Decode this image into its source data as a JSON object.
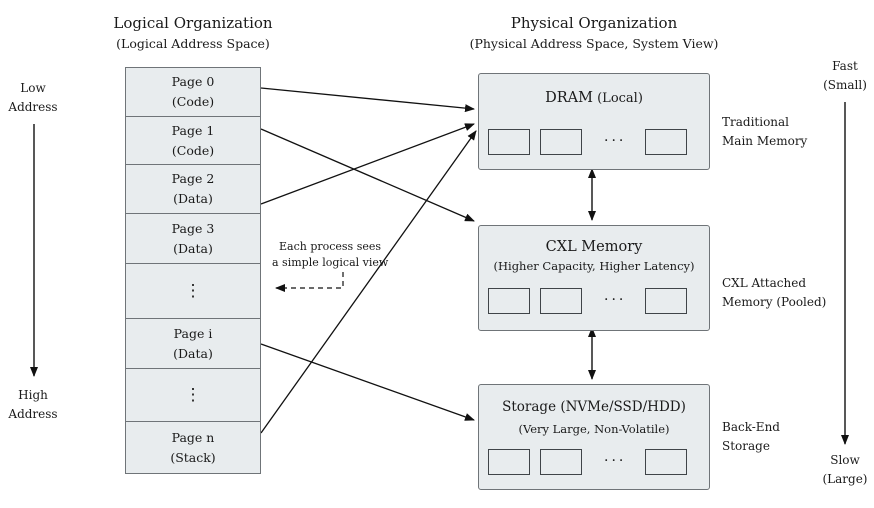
{
  "logical": {
    "title": "Logical Organization",
    "subtitle": "(Logical Address Space)",
    "pages": [
      {
        "line1": "Page 0",
        "line2": "(Code)"
      },
      {
        "line1": "Page 1",
        "line2": "(Code)"
      },
      {
        "line1": "Page 2",
        "line2": "(Data)"
      },
      {
        "line1": "Page 3",
        "line2": "(Data)"
      },
      {
        "line1": "⋮",
        "line2": ""
      },
      {
        "line1": "Page i",
        "line2": "(Data)"
      },
      {
        "line1": "⋮",
        "line2": ""
      },
      {
        "line1": "Page n",
        "line2": "(Stack)"
      }
    ]
  },
  "physical": {
    "title": "Physical Organization",
    "subtitle": "(Physical Address Space, System View)",
    "tiers": [
      {
        "name": "DRAM",
        "qualifier": "(Local)",
        "detail": "",
        "side_label_1": "Traditional",
        "side_label_2": "Main Memory"
      },
      {
        "name": "CXL Memory",
        "qualifier": "",
        "detail": "(Higher Capacity, Higher Latency)",
        "side_label_1": "CXL Attached",
        "side_label_2": "Memory (Pooled)"
      },
      {
        "name": "Storage (NVMe/SSD/HDD)",
        "qualifier": "",
        "detail": "(Very Large, Non-Volatile)",
        "side_label_1": "Back-End",
        "side_label_2": "Storage"
      }
    ],
    "slot_ellipsis": "···"
  },
  "address_axis": {
    "top_1": "Low",
    "top_2": "Address",
    "bottom_1": "High",
    "bottom_2": "Address"
  },
  "speed_axis": {
    "top_1": "Fast",
    "top_2": "(Small)",
    "bottom_1": "Slow",
    "bottom_2": "(Large)"
  },
  "annotation": {
    "line1": "Each process sees",
    "line2": "a simple logical view"
  },
  "mappings": [
    {
      "from_page": 0,
      "to_tier": 0
    },
    {
      "from_page": 1,
      "to_tier": 1
    },
    {
      "from_page": 2,
      "to_tier": 0
    },
    {
      "from_page": 5,
      "to_tier": 2
    },
    {
      "from_page": 7,
      "to_tier": 0
    }
  ],
  "colors": {
    "box_fill": "#e8ecee",
    "box_border": "#6f7478",
    "line": "#111111"
  }
}
